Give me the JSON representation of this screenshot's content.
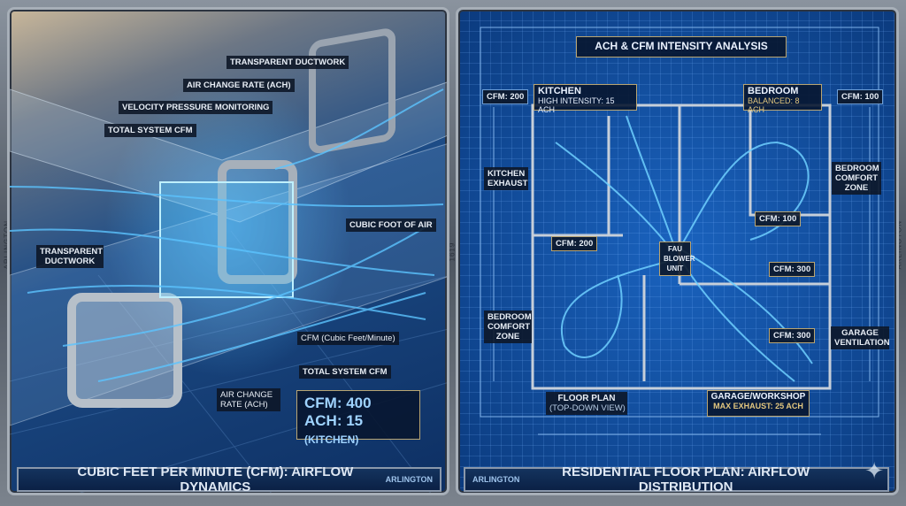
{
  "left_panel": {
    "labels": {
      "transparent_ductwork_top": "TRANSPARENT DUCTWORK",
      "air_change_rate_top": "AIR CHANGE RATE (ACH)",
      "velocity_pressure": "VELOCITY PRESSURE MONITORING",
      "total_system_cfm_top": "TOTAL SYSTEM CFM",
      "cubic_foot": "CUBIC FOOT OF AIR",
      "transparent_ductwork_left": "TRANSPARENT DUCTWORK",
      "cfm_definition": "CFM (Cubic Feet/Minute)",
      "total_system_cfm_bottom": "TOTAL SYSTEM CFM",
      "air_change_rate_bottom": "AIR CHANGE RATE (ACH)"
    },
    "readout": {
      "cfm": "CFM: 400",
      "ach": "ACH: 15",
      "ach_note": "(KITCHEN)"
    },
    "footer": {
      "title": "CUBIC FEET PER MINUTE (CFM): AIRFLOW DYNAMICS",
      "tag": "ARLINGTON"
    }
  },
  "right_panel": {
    "header": "ACH & CFM INTENSITY ANALYSIS",
    "kitchen": {
      "title": "KITCHEN",
      "subtitle": "HIGH INTENSITY: 15 ACH"
    },
    "bedroom": {
      "title": "BEDROOM",
      "subtitle": "BALANCED: 8 ACH"
    },
    "garage": {
      "title": "GARAGE/WORKSHOP",
      "subtitle": "MAX EXHAUST: 25 ACH"
    },
    "labels": {
      "cfm_kitchen_top": "CFM: 200",
      "cfm_bedroom_top": "CFM: 100",
      "kitchen_exhaust": "KITCHEN EXHAUST",
      "bedroom_comfort_right": "BEDROOM COMFORT ZONE",
      "cfm_bedroom_mid": "CFM: 100",
      "cfm_kitchen_mid": "CFM: 200",
      "fau": "FAU BLOWER UNIT",
      "cfm_garage_top": "CFM: 300",
      "bedroom_comfort_left": "BEDROOM COMFORT ZONE",
      "cfm_garage_mid": "CFM: 300",
      "garage_ventilation": "GARAGE VENTILATION",
      "floor_plan": "FLOOR PLAN",
      "floor_plan_note": "(TOP-DOWN VIEW)"
    },
    "footer": {
      "title": "RESIDENTIAL FLOOR PLAN: AIRFLOW DISTRIBUTION",
      "tag": "ARLINGTON"
    }
  },
  "frame": {
    "side_left": "ARLINGTON",
    "side_right": "ARLINGTON",
    "divider": "1619"
  },
  "colors": {
    "blueprint": "#0e4a9a",
    "gold": "#b9a572",
    "airflow": "#4fb6ff"
  }
}
